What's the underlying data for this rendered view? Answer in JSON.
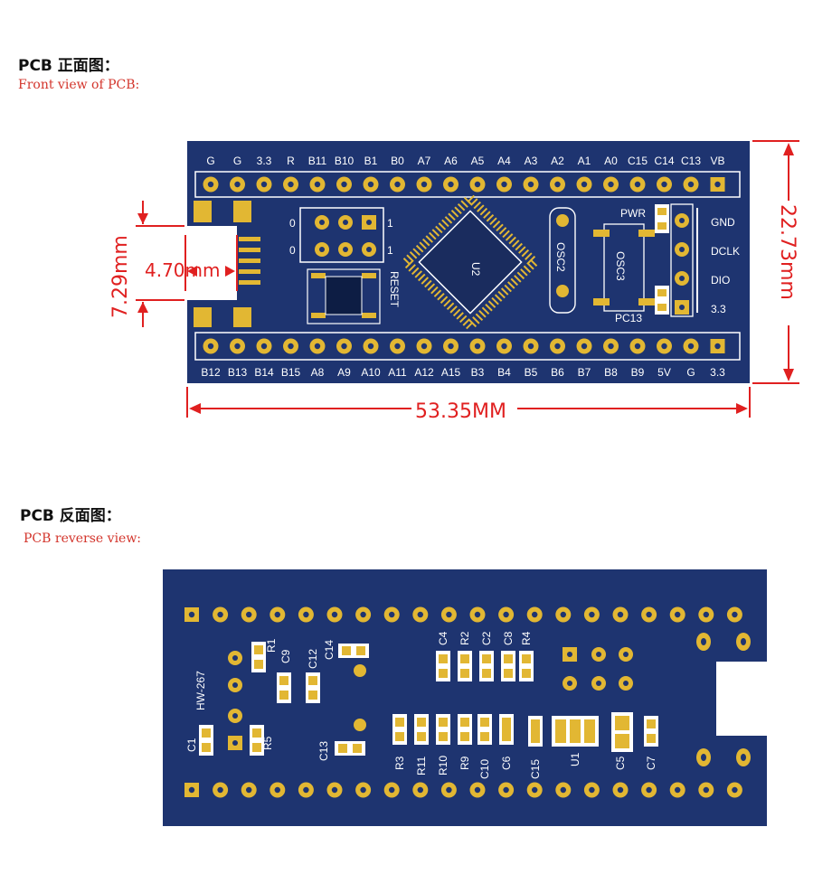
{
  "front": {
    "heading": "PCB 正面图：",
    "subheading": "Front view of PCB:",
    "top_labels": [
      "G",
      "G",
      "3.3",
      "R",
      "B11",
      "B10",
      "B1",
      "B0",
      "A7",
      "A6",
      "A5",
      "A4",
      "A3",
      "A2",
      "A1",
      "A0",
      "C15",
      "C14",
      "C13",
      "VB"
    ],
    "bottom_labels": [
      "B12",
      "B13",
      "B14",
      "B15",
      "A8",
      "A9",
      "A10",
      "A11",
      "A12",
      "A15",
      "B3",
      "B4",
      "B5",
      "B6",
      "B7",
      "B8",
      "B9",
      "5V",
      "G",
      "3.3"
    ],
    "right_labels": [
      "GND",
      "DCLK",
      "DIO",
      "3.3"
    ],
    "jumper_marks": [
      "0",
      "0",
      "1",
      "1"
    ],
    "reset_label": "RESET",
    "chip_label": "U2",
    "osc2_label": "OSC2",
    "osc3_label": "OSC3",
    "pwr_label": "PWR",
    "pc13_label": "PC13",
    "dim_width": "53.35MM",
    "dim_height": "22.73mm",
    "dim_usb_height": "7.29mm",
    "dim_usb_width": "4.70mm"
  },
  "back": {
    "heading": "PCB 反面图：",
    "subheading": "PCB reverse view:",
    "board_label": "HW-267",
    "labels_left": [
      "R1",
      "C9",
      "C12",
      "C14",
      "C1",
      "R5",
      "C13"
    ],
    "labels_top": [
      "C4",
      "R2",
      "C2",
      "C8",
      "R4"
    ],
    "labels_bottom": [
      "R3",
      "R11",
      "R10",
      "R9",
      "C10",
      "C6",
      "C15",
      "U1",
      "C5",
      "C7"
    ]
  },
  "colors": {
    "board": "#1e3470",
    "pad": "#e2b733",
    "silk": "#ffffff",
    "dimension": "#e02020"
  }
}
